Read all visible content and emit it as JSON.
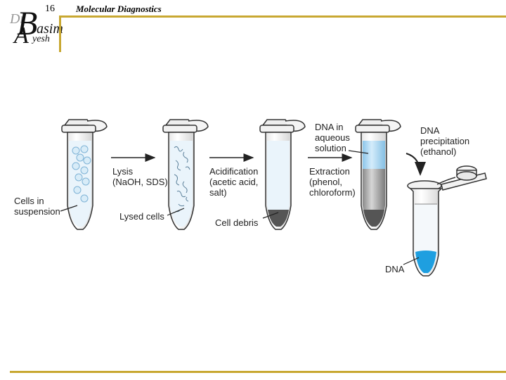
{
  "header": {
    "slide_number": "16",
    "title": "Molecular Diagnostics"
  },
  "logo": {
    "dr": "Dr.",
    "initial_b": "B",
    "asim": "asim",
    "initial_a": "A",
    "yesh": "yesh"
  },
  "steps": [
    {
      "arrow_label": "Lysis\n(NaOH, SDS)"
    },
    {
      "arrow_label": "Acidification\n(acetic acid,\nsalt)"
    },
    {
      "arrow_label": "Extraction\n(phenol,\nchloroform)"
    }
  ],
  "labels": {
    "cells": "Cells in\nsuspension",
    "lysed": "Lysed cells",
    "debris": "Cell debris",
    "dna_aqueous": "DNA in\naqueous\nsolution",
    "precipitation": "DNA\nprecipitation\n(ethanol)",
    "dna": "DNA"
  },
  "colors": {
    "accent_bar": "#c8a832",
    "aqueous": "#9fd0ee",
    "dna_pellet": "#1e9fe0",
    "organic": "#9a9a9a",
    "debris": "#555555"
  }
}
